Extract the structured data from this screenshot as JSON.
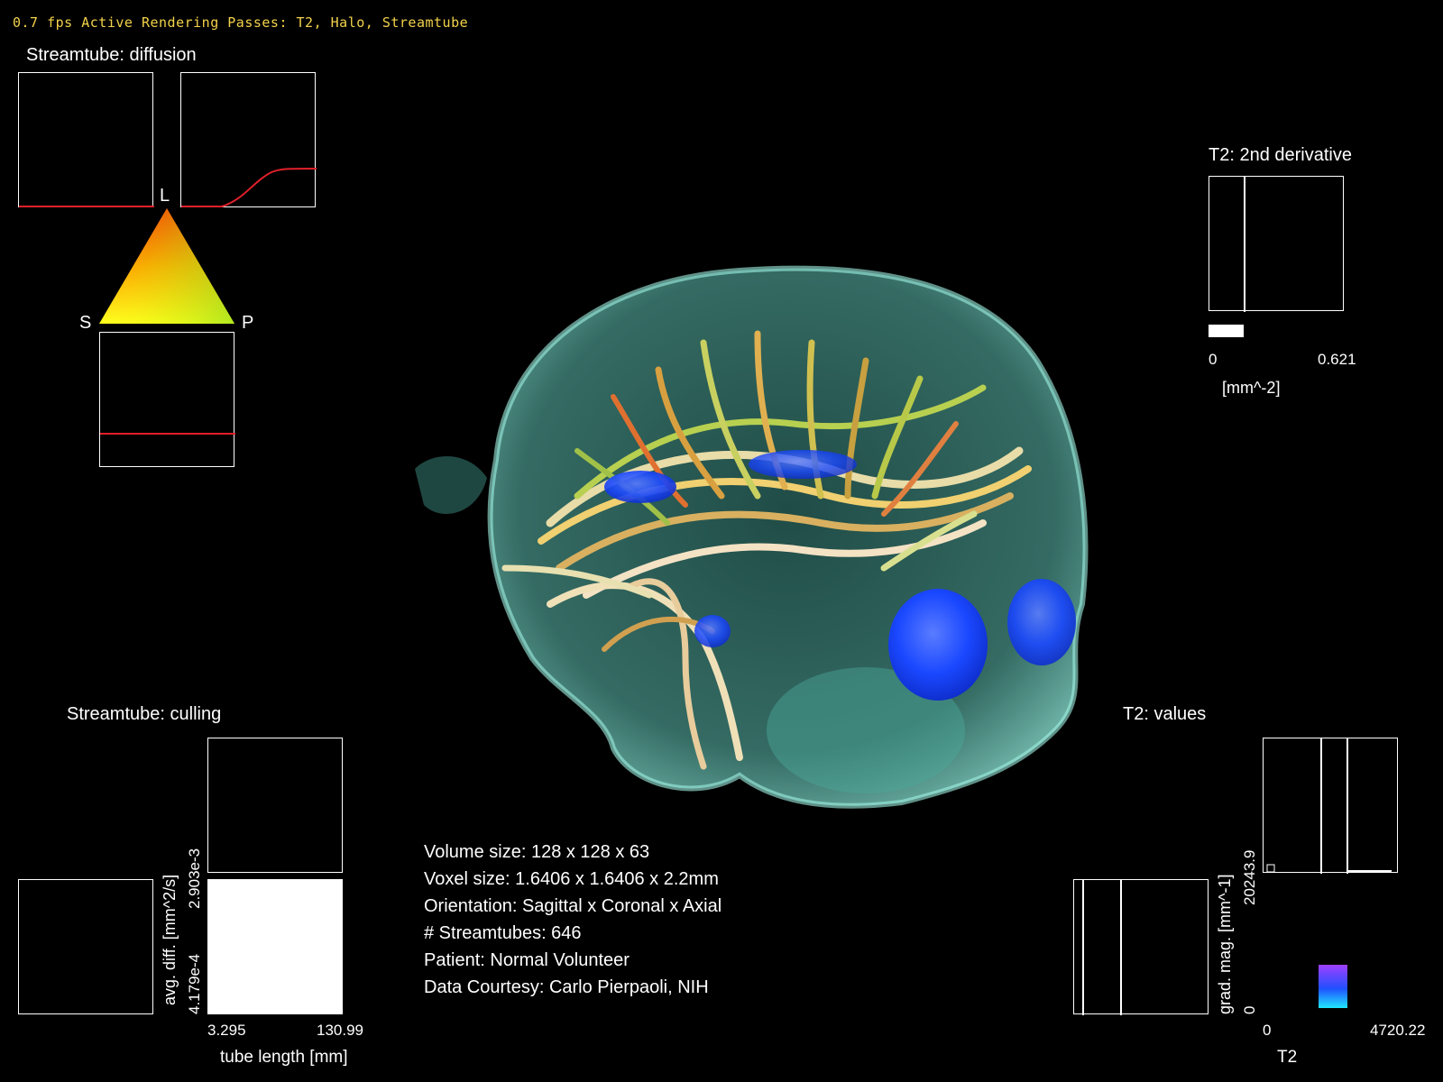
{
  "status_bar": {
    "text": "0.7 fps Active Rendering Passes: T2, Halo, Streamtube"
  },
  "diffusion_panel": {
    "title": "Streamtube: diffusion",
    "vertex_top": "L",
    "vertex_left": "S",
    "vertex_right": "P"
  },
  "derivative_panel": {
    "title": "T2: 2nd derivative",
    "min_label": "0",
    "max_label": "0.621",
    "unit_label": "[mm^-2]"
  },
  "culling_panel": {
    "title": "Streamtube: culling",
    "y_axis_label": "avg. diff. [mm^2/s]",
    "y_max": "2.903e-3",
    "y_min": "4.179e-4",
    "x_min": "3.295",
    "x_max": "130.99",
    "x_axis_label": "tube length [mm]"
  },
  "values_panel": {
    "title": "T2: values",
    "y_axis_label": "grad. mag. [mm^-1]",
    "y_max": "20243.9",
    "y_min": "0",
    "x_min": "0",
    "x_max": "4720.22",
    "x_axis_label": "T2"
  },
  "info": {
    "volume_size": "Volume size: 128 x 128 x 63",
    "voxel_size": "Voxel size: 1.6406 x 1.6406 x 2.2mm",
    "orientation": "Orientation: Sagittal x Coronal x Axial",
    "streamtubes": "# Streamtubes: 646",
    "patient": "Patient: Normal Volunteer",
    "courtesy": "Data Courtesy: Carlo Pierpaoli, NIH"
  },
  "colors": {
    "status_text": "#f2d24a",
    "curve": "#e0202a",
    "skull": "#7ad8c8",
    "ventricle": "#1c4cff"
  }
}
